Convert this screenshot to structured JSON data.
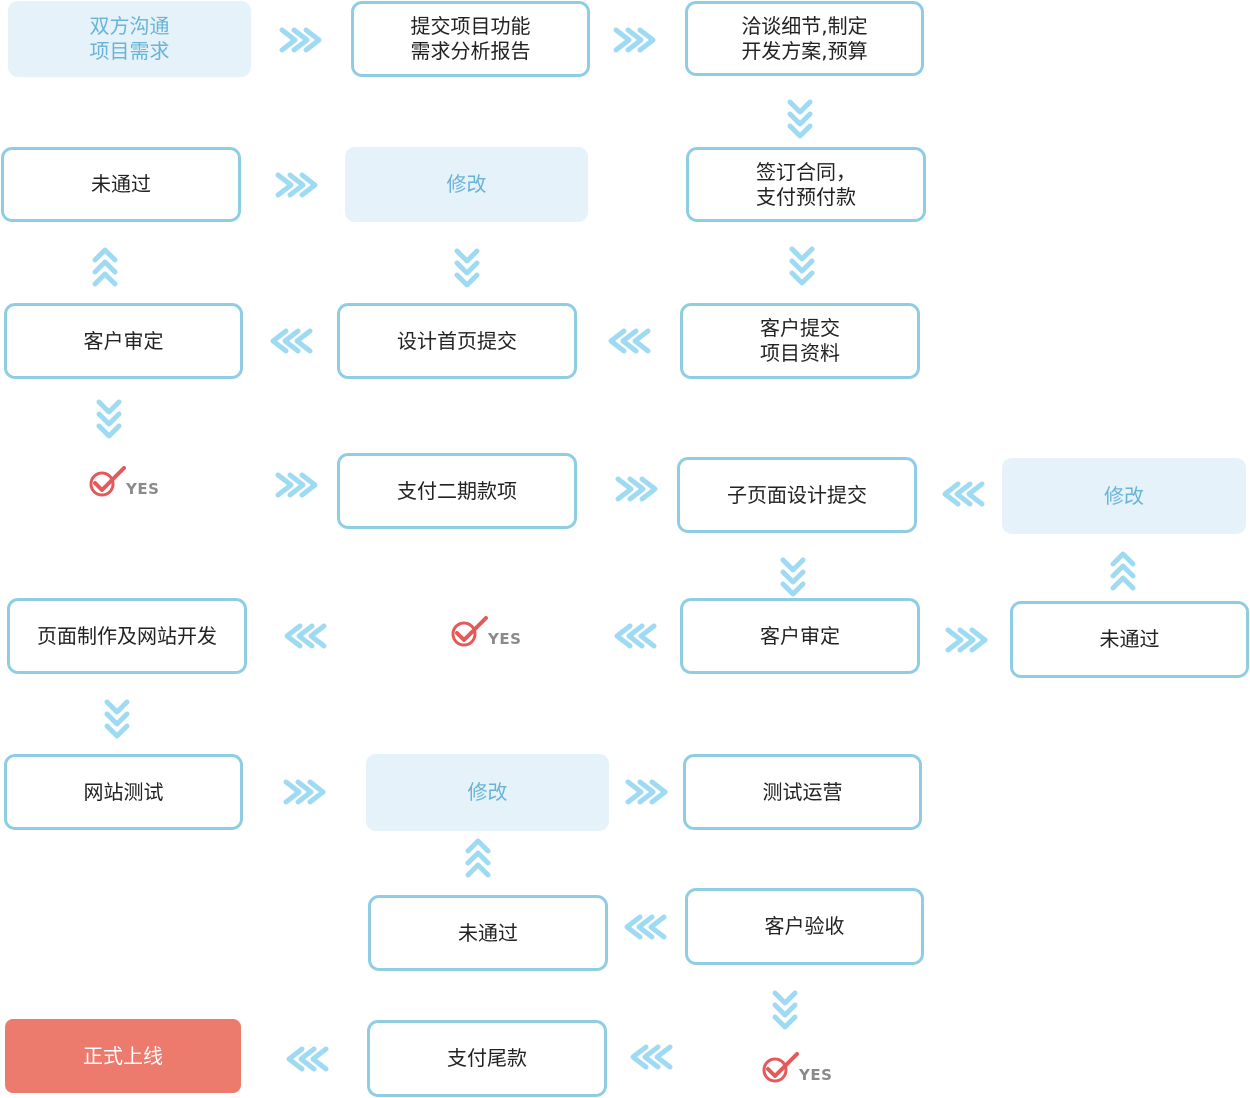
{
  "colors": {
    "box_border": "#8fcde2",
    "modify_fill": "#e6f2f9",
    "modify_text": "#67b4d7",
    "final_fill": "#ec7a6d",
    "arrow": "#9fdaf3",
    "check_mark": "#e45a5a",
    "yes_text": "#8a8a8a"
  },
  "nodes": {
    "communicate_requirements": "双方沟通\n项目需求",
    "submit_analysis_report": "提交项目功能\n需求分析报告",
    "negotiate_details": "洽谈细节,制定\n开发方案,预算",
    "not_passed_1": "未通过",
    "modify_1": "修改",
    "sign_contract": "签订合同，\n支付预付款",
    "client_review_1": "客户审定",
    "design_homepage": "设计首页提交",
    "client_submit_materials": "客户提交\n项目资料",
    "pay_second_installment": "支付二期款项",
    "subpage_design": "子页面设计提交",
    "modify_2": "修改",
    "page_development": "页面制作及网站开发",
    "client_review_2": "客户审定",
    "not_passed_2": "未通过",
    "site_testing": "网站测试",
    "modify_3": "修改",
    "trial_operation": "测试运营",
    "not_passed_3": "未通过",
    "client_acceptance": "客户验收",
    "go_live": "正式上线",
    "pay_final": "支付尾款"
  },
  "yes_label": "YES",
  "arrows": [
    {
      "id": "a1",
      "dir": "right"
    },
    {
      "id": "a2",
      "dir": "right"
    },
    {
      "id": "a3",
      "dir": "down"
    },
    {
      "id": "a4",
      "dir": "right"
    },
    {
      "id": "a5",
      "dir": "up"
    },
    {
      "id": "a6",
      "dir": "down"
    },
    {
      "id": "a7",
      "dir": "down"
    },
    {
      "id": "a8",
      "dir": "left"
    },
    {
      "id": "a9",
      "dir": "left"
    },
    {
      "id": "a10",
      "dir": "down"
    },
    {
      "id": "a11",
      "dir": "right"
    },
    {
      "id": "a12",
      "dir": "right"
    },
    {
      "id": "a13",
      "dir": "left"
    },
    {
      "id": "a14",
      "dir": "down"
    },
    {
      "id": "a15",
      "dir": "up"
    },
    {
      "id": "a16",
      "dir": "left"
    },
    {
      "id": "a17",
      "dir": "left"
    },
    {
      "id": "a18",
      "dir": "right"
    },
    {
      "id": "a19",
      "dir": "down"
    },
    {
      "id": "a20",
      "dir": "right"
    },
    {
      "id": "a21",
      "dir": "right"
    },
    {
      "id": "a22",
      "dir": "up"
    },
    {
      "id": "a23",
      "dir": "left"
    },
    {
      "id": "a24",
      "dir": "down"
    },
    {
      "id": "a25",
      "dir": "left"
    },
    {
      "id": "a26",
      "dir": "left"
    }
  ]
}
